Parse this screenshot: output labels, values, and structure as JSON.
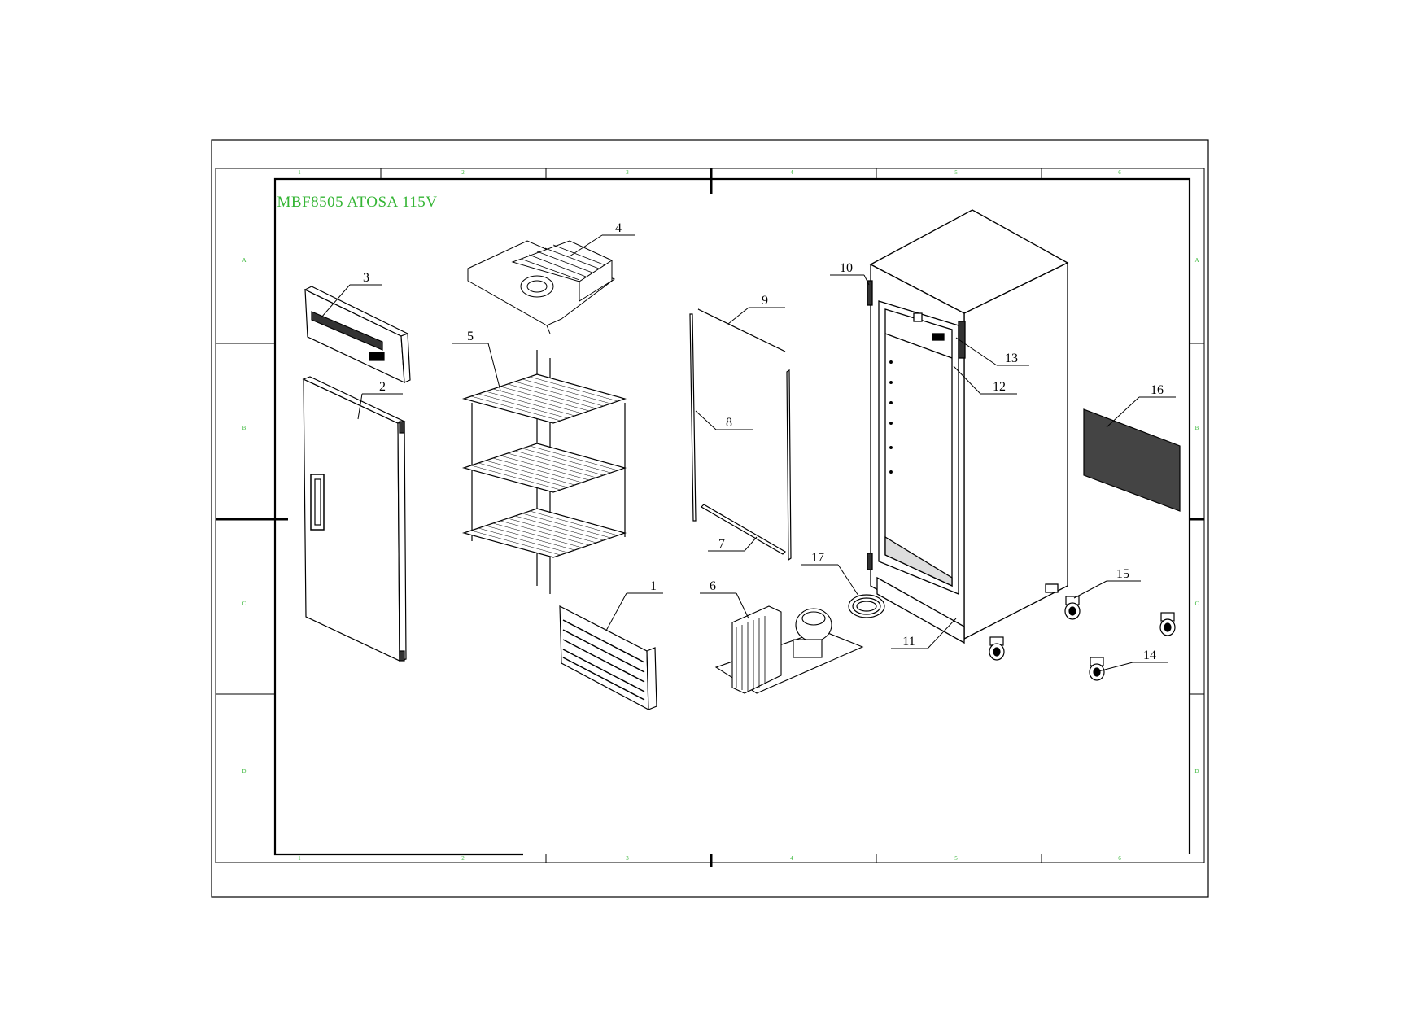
{
  "title": "MBF8505 ATOSA 115V",
  "colors": {
    "title": "#35b535",
    "zone_marks": "#35b535",
    "line": "#000000"
  },
  "zone_columns": [
    "1",
    "2",
    "3",
    "4",
    "5",
    "6"
  ],
  "zone_rows": [
    "A",
    "B",
    "C",
    "D"
  ],
  "callouts": [
    "1",
    "2",
    "3",
    "4",
    "5",
    "6",
    "7",
    "8",
    "9",
    "10",
    "11",
    "12",
    "13",
    "14",
    "15",
    "16",
    "17"
  ]
}
